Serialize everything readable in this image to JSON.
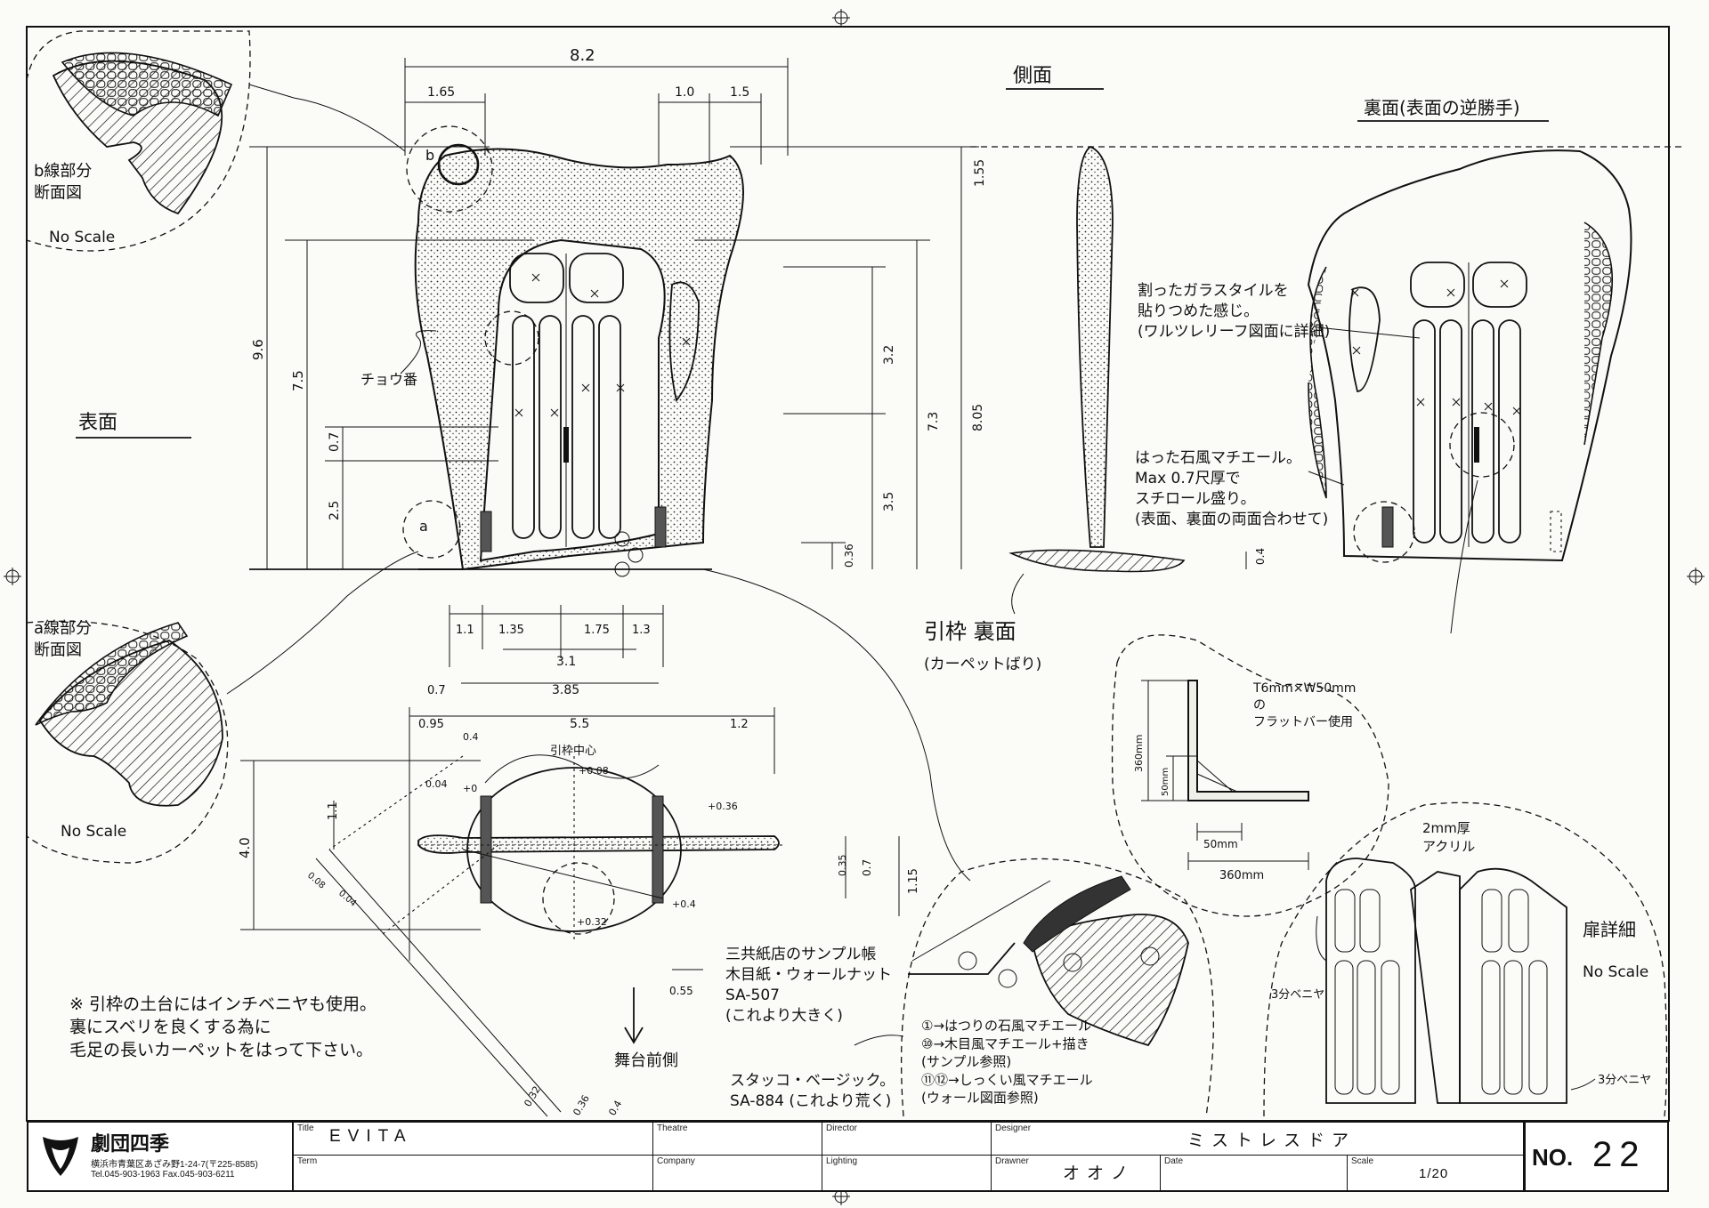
{
  "drawing": {
    "views": {
      "front": "表面",
      "side": "側面",
      "back": "裏面(表面の逆勝手)"
    },
    "dims_top": [
      "8.2",
      "1.65",
      "1.0",
      "1.5"
    ],
    "dims_left": [
      "9.6",
      "7.5",
      "0.7",
      "2.5"
    ],
    "dims_right": [
      "1.55",
      "3.2",
      "7.3",
      "8.05",
      "3.5",
      "0.36",
      "0.4"
    ],
    "dims_plan_top": [
      "1.1",
      "1.35",
      "1.75",
      "1.3",
      "3.1",
      "0.7",
      "3.85",
      "0.95",
      "5.5",
      "1.2"
    ],
    "dims_plan": [
      "4.0",
      "1.1",
      "0.4",
      "0.04",
      "+0",
      "+0.08",
      "+0.36",
      "+0.4",
      "+0.32",
      "0.35",
      "0.7",
      "1.15",
      "0.55",
      "0.08",
      "0.04",
      "0.32",
      "0.36",
      "0.4"
    ],
    "plan_center": "引枠中心",
    "labels": {
      "hinge": "チョウ番",
      "b_section": "b線部分\n断面図",
      "a_section": "a線部分\n断面図",
      "no_scale": "No Scale",
      "no_scale2": "No Scale",
      "frame_back": "引枠 裏面",
      "frame_back_sub": "(カーペットばり)",
      "glass_note": "割ったガラスタイルを\n貼りつめた感じ。\n(ワルツレリーフ図面に詳細)",
      "stone_note": "はった石風マチエール。\nMax 0.7尺厚で\nスチロール盛り。\n(表面、裏面の両面合わせて)",
      "flatbar": "T6mm×W50mm\nの\nフラットバー使用",
      "dim_360v": "360mm",
      "dim_50v": "50mm",
      "dim_50": "50mm",
      "dim_360": "360mm",
      "acrylic": "2mm厚\nアクリル",
      "door_detail": "扉詳細",
      "plywood1": "3分ベニヤ",
      "plywood2": "3分ベニヤ",
      "base_note": "※ 引枠の土台にはインチベニヤも使用。\n裏にスベリを良くする為に\n毛足の長いカーペットをはって下さい。",
      "stage_front": "舞台前側",
      "sample1": "三共紙店のサンプル帳\n木目紙・ウォールナット\nSA-507\n(これより大きく)",
      "sample2": "スタッコ・ベージック。\nSA-884 (これより荒く)",
      "legend": "①→はつりの石風マチエール\n⑩→木目風マチエール+描き\n(サンプル参照)\n⑪⑫→しっくい風マチエール\n(ウォール図面参照)",
      "circle_a": "a",
      "circle_b": "b"
    }
  },
  "titleblock": {
    "company": "劇団四季",
    "address": "横浜市青葉区あざみ野1-24-7(〒225-8585)",
    "tel": "Tel.045-903-1963 Fax.045-903-6211",
    "title_label": "Title",
    "title": "EVITA",
    "theatre_label": "Theatre",
    "theatre": "",
    "director_label": "Director",
    "director": "",
    "designer_label": "Designer",
    "designer": "ミストレスドア",
    "term_label": "Term",
    "term": "",
    "company_label": "Company",
    "company_val": "",
    "lighting_label": "Lighting",
    "lighting": "",
    "drawner_label": "Drawner",
    "drawner": "オオノ",
    "date_label": "Date",
    "date": "",
    "scale_label": "Scale",
    "scale": "1/20",
    "no_label": "NO.",
    "no": "22"
  }
}
